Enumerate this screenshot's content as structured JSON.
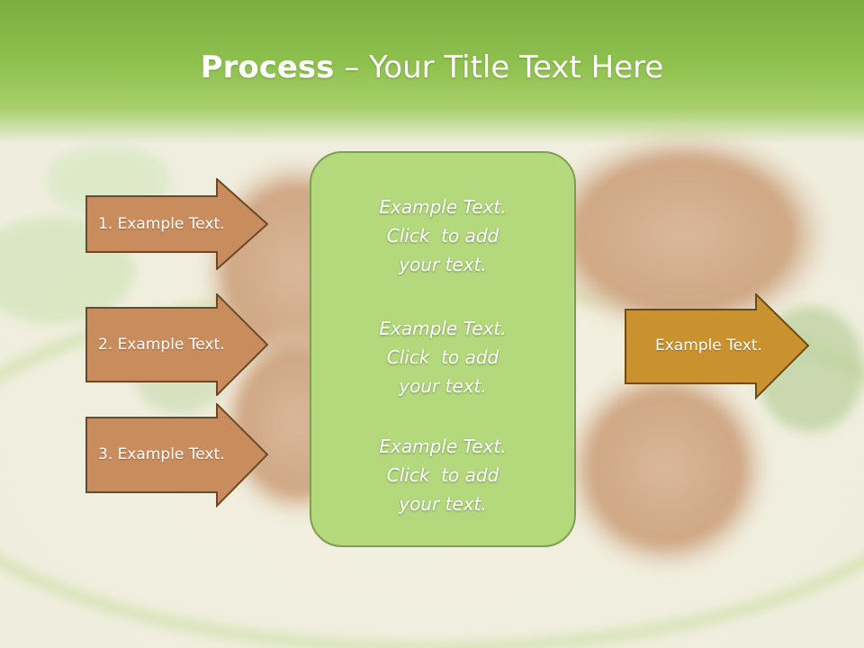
{
  "slide": {
    "title_bold": "Process",
    "title_dash": " – ",
    "title_rest": "Your Title Text Here"
  },
  "inputs": [
    {
      "label": "1. Example Text."
    },
    {
      "label": "2. Example Text."
    },
    {
      "label": "3. Example Text."
    }
  ],
  "center": {
    "blocks": [
      {
        "line1": "Example Text.",
        "line2": "Click  to add",
        "line3": "your text."
      },
      {
        "line1": "Example Text.",
        "line2": "Click  to add",
        "line3": "your text."
      },
      {
        "line1": "Example Text.",
        "line2": "Click  to add",
        "line3": "your text."
      }
    ]
  },
  "output": {
    "label": "Example Text."
  },
  "colors": {
    "title_band": "#8fc14f",
    "input_arrow_fill": "#c98c5d",
    "input_arrow_stroke": "#6b4a2c",
    "center_fill": "#b3d97c",
    "center_stroke": "#7f9e52",
    "output_arrow_fill": "#c9922e",
    "output_arrow_stroke": "#6b4a18"
  }
}
